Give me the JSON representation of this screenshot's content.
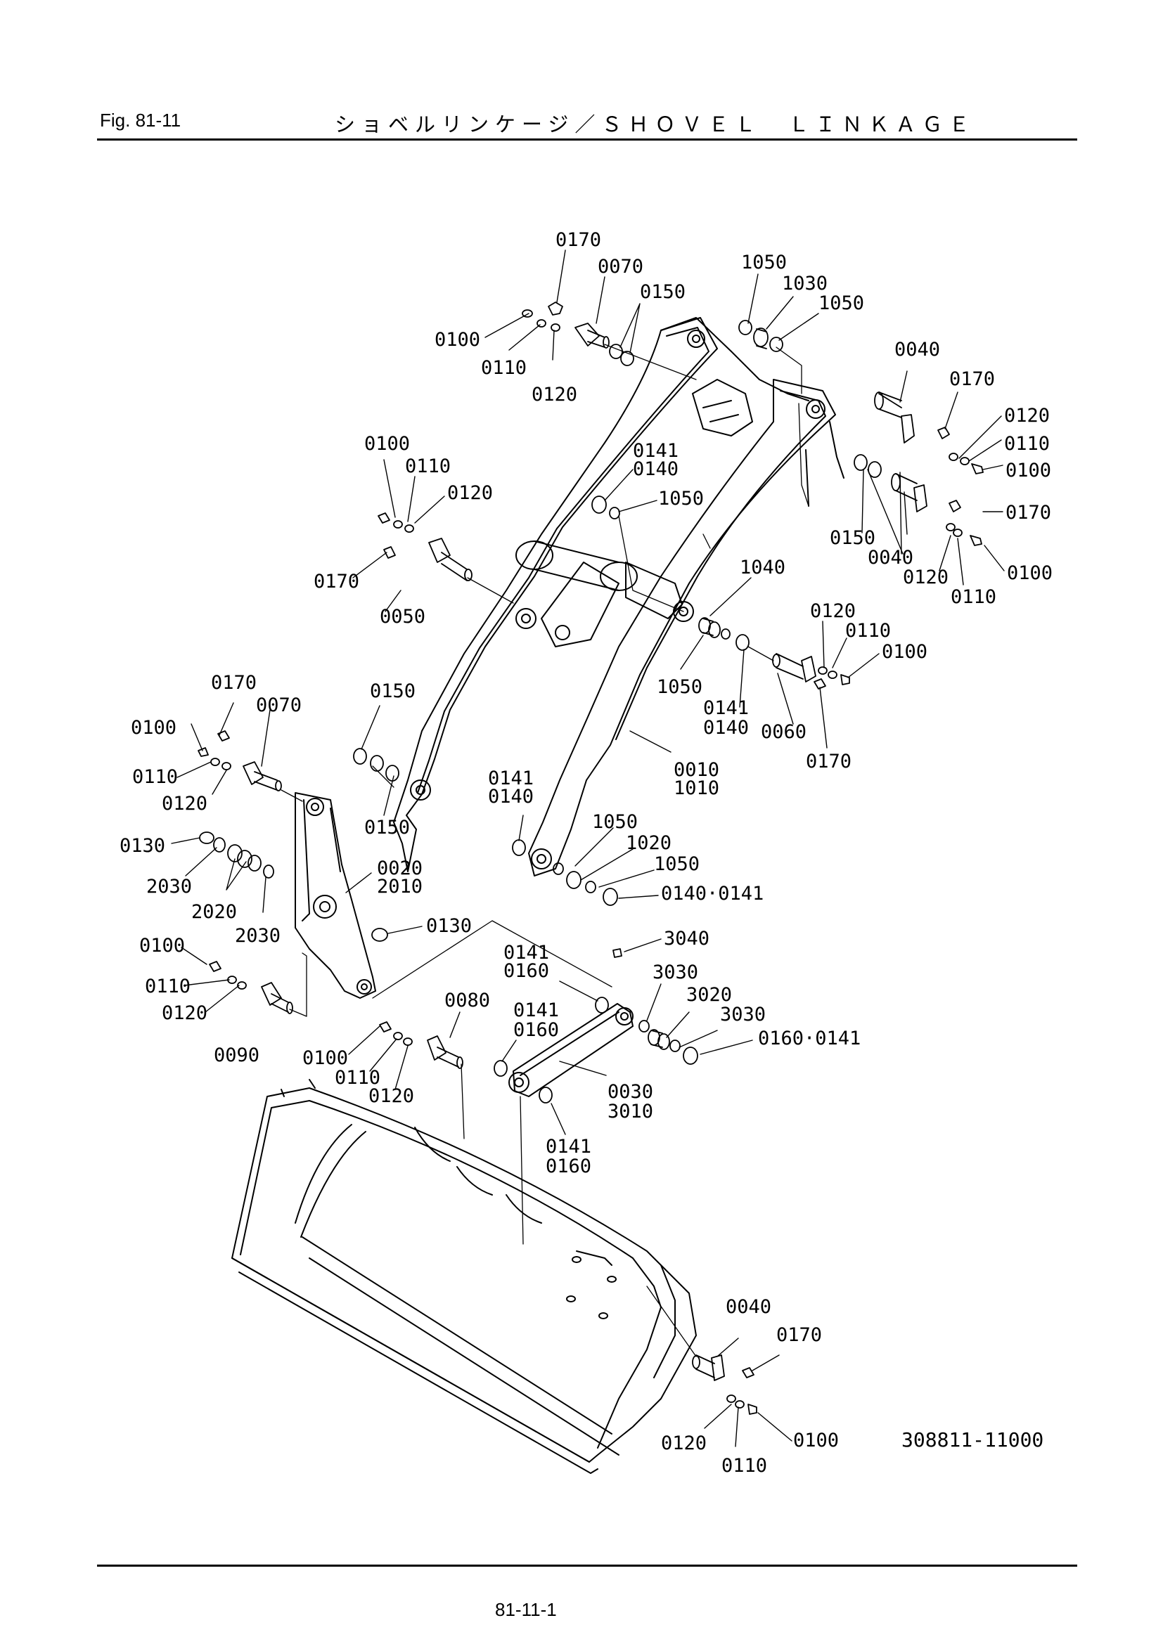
{
  "header": {
    "fig_number": "Fig.  81-11",
    "title": "ショベルリンケージ／ＳＨＯＶＥＬ　ＬＩＮＫＡＧＥ"
  },
  "callouts": [
    "0170",
    "0070",
    "0150",
    "1050",
    "1030",
    "1050",
    "0100",
    "0110",
    "0120",
    "0040",
    "0170",
    "0120",
    "0110",
    "0100",
    "0141",
    "0140",
    "1050",
    "0100",
    "0110",
    "0120",
    "0170",
    "0150",
    "0040",
    "0120",
    "0110",
    "0100",
    "0170",
    "0050",
    "1040",
    "0120",
    "0110",
    "0100",
    "1050",
    "0141",
    "0140",
    "0060",
    "0170",
    "0170",
    "0070",
    "0150",
    "0100",
    "0110",
    "0120",
    "0150",
    "0010",
    "1010",
    "0141",
    "0140",
    "0130",
    "2030",
    "2020",
    "2030",
    "0020",
    "2010",
    "1050",
    "1020",
    "1050",
    "0140·0141",
    "0130",
    "0100",
    "0110",
    "0120",
    "0090",
    "3040",
    "0141",
    "0160",
    "0080",
    "0141",
    "0160",
    "3030",
    "3020",
    "3030",
    "0160·0141",
    "0100",
    "0110",
    "0120",
    "0030",
    "3010",
    "0141",
    "0160",
    "0040",
    "0170",
    "0120",
    "0110",
    "0100"
  ],
  "drawing_number": "308811-11000",
  "page_number": "81-11-1"
}
